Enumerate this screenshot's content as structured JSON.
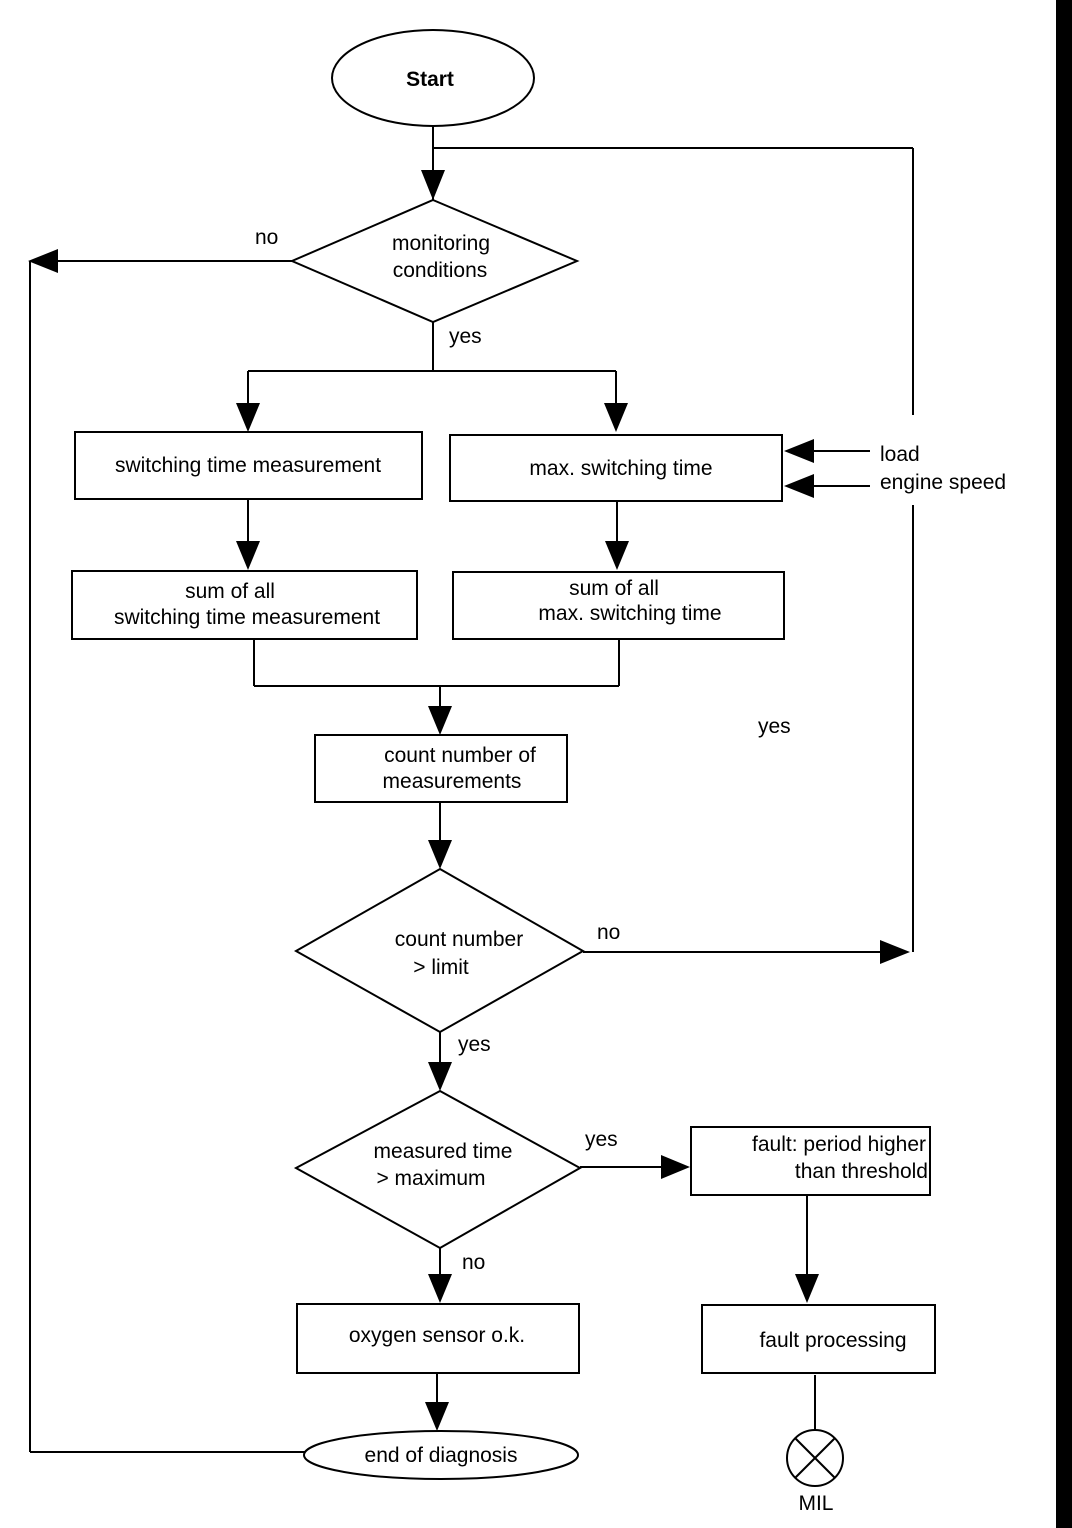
{
  "colors": {
    "stroke": "#000000",
    "background": "#ffffff"
  },
  "nodes": {
    "start": "Start",
    "monitoring": [
      "monitoring",
      "conditions"
    ],
    "switching_time_measurement": "switching time measurement",
    "max_switching_time": "max. switching time",
    "sum_switching": [
      "sum of all",
      "switching time measurement"
    ],
    "sum_max": [
      "sum of all",
      "max. switching time"
    ],
    "count_measurements": [
      "count number of",
      "measurements"
    ],
    "count_limit": [
      "count number",
      "> limit"
    ],
    "measured_max": [
      "measured time",
      "> maximum"
    ],
    "fault": [
      "fault: period higher",
      "than threshold"
    ],
    "oxygen_ok": "oxygen sensor o.k.",
    "fault_processing": "fault processing",
    "end": "end of diagnosis",
    "mil": "MIL"
  },
  "inputs": [
    "load",
    "engine speed"
  ],
  "labels": {
    "monitor_no": "no",
    "monitor_yes": "yes",
    "loop_yes": "yes",
    "count_no": "no",
    "count_yes": "yes",
    "measured_yes": "yes",
    "measured_no": "no"
  }
}
